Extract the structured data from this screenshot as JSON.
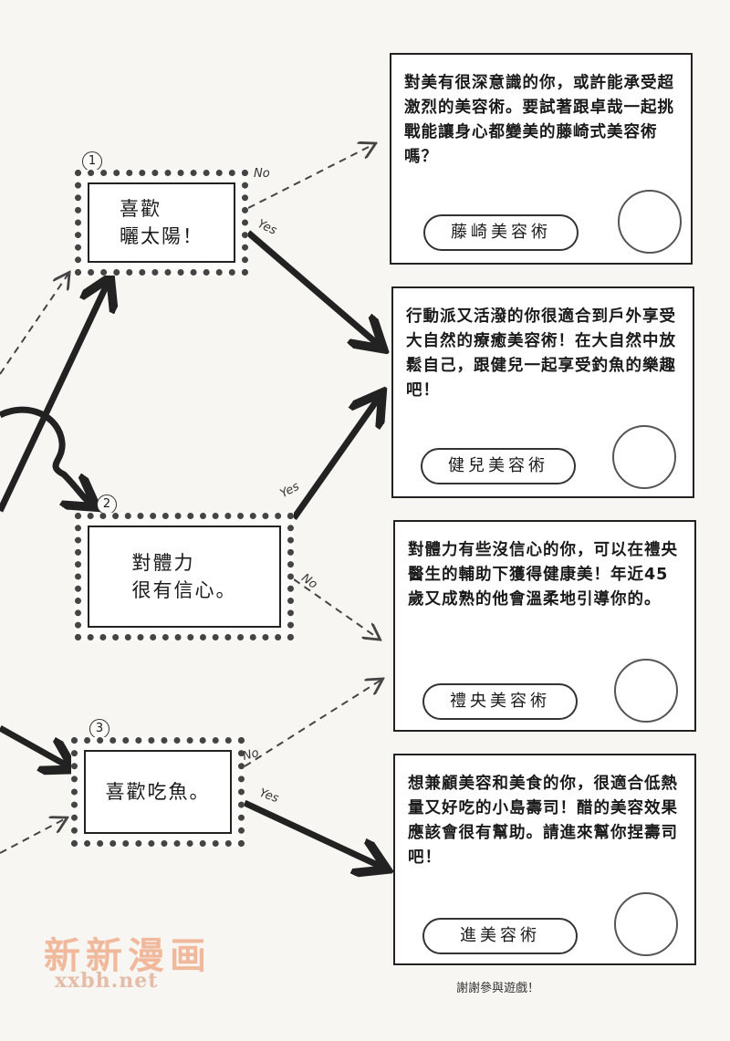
{
  "questions": [
    {
      "num": "1",
      "text": "喜歡\n曬太陽！"
    },
    {
      "num": "2",
      "text": "對體力\n很有信心。"
    },
    {
      "num": "3",
      "text": "喜歡吃魚。"
    }
  ],
  "answers": {
    "yes": "Yes",
    "no": "No"
  },
  "results": [
    {
      "text": "對美有很深意識的你，或許能承受超激烈的美容術。要試著跟卓哉一起挑戰能讓身心都變美的藤崎式美容術嗎？",
      "label": "藤崎美容術"
    },
    {
      "text": "行動派又活潑的你很適合到戶外享受大自然的療癒美容術！在大自然中放鬆自己，跟健兒一起享受釣魚的樂趣吧！",
      "label": "健兒美容術"
    },
    {
      "text": "對體力有些沒信心的你，可以在禮央醫生的輔助下獲得健康美！年近45歲又成熟的他會溫柔地引導你的。",
      "label": "禮央美容術"
    },
    {
      "text": "想兼顧美容和美食的你，很適合低熱量又好吃的小島壽司！醋的美容效果應該會很有幫助。請進來幫你捏壽司吧！",
      "label": "進美容術"
    }
  ],
  "footer": "謝謝參與遊戲！",
  "watermark": {
    "cn": "新新漫画",
    "en": "xxbh.net"
  }
}
